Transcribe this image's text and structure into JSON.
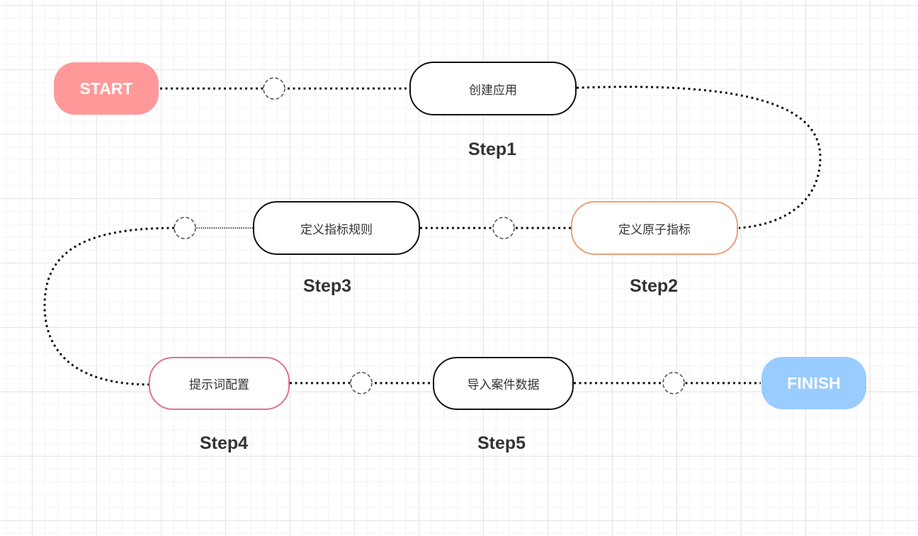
{
  "terminals": {
    "start": {
      "label": "START",
      "color": "#ff9999"
    },
    "finish": {
      "label": "FINISH",
      "color": "#99ccff"
    }
  },
  "steps": [
    {
      "step": "Step1",
      "label": "创建应用",
      "border_color": "#111111"
    },
    {
      "step": "Step2",
      "label": "定义原子指标",
      "border_color": "#e8a07a"
    },
    {
      "step": "Step3",
      "label": "定义指标规则",
      "border_color": "#111111"
    },
    {
      "step": "Step4",
      "label": "提示词配置",
      "border_color": "#e07090"
    },
    {
      "step": "Step5",
      "label": "导入案件数据",
      "border_color": "#111111"
    }
  ],
  "connector_color": "#111111",
  "waypoint_color": "#555555"
}
